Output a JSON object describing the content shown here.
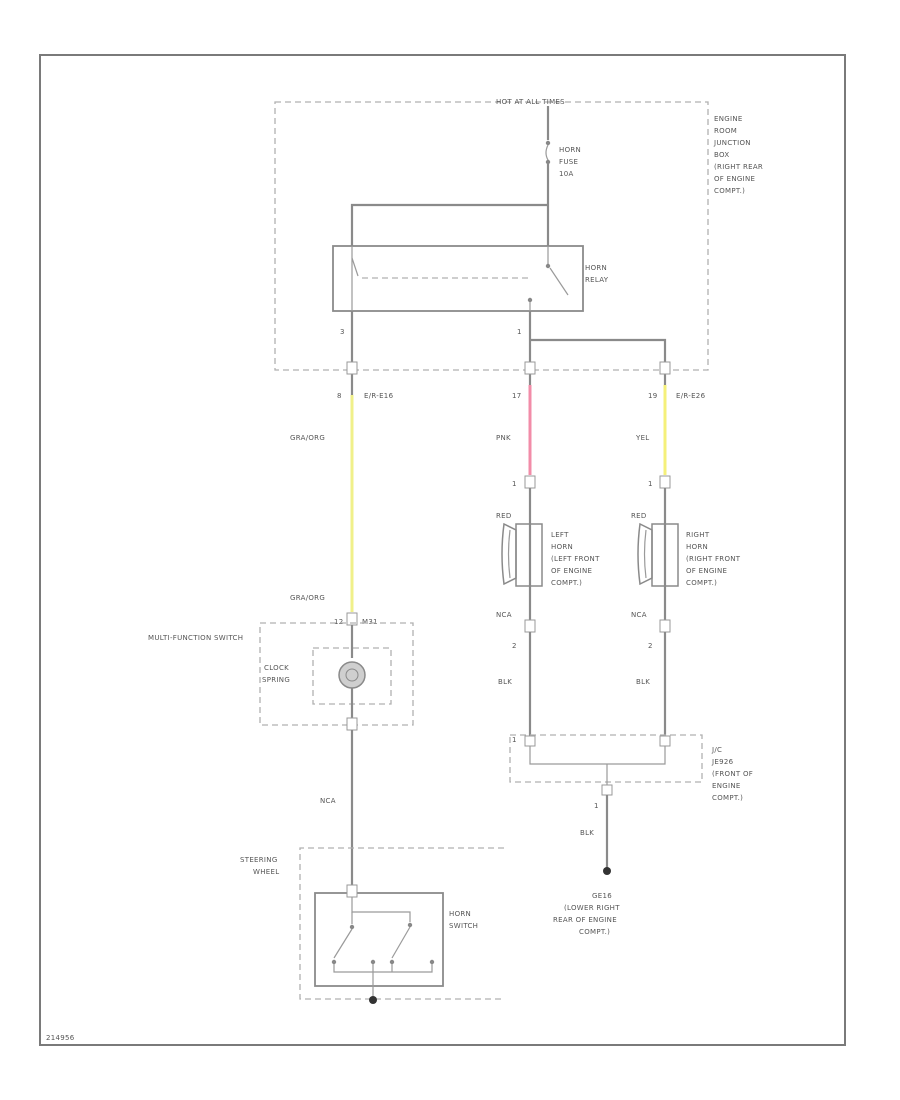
{
  "header": {
    "power_label": "HOT AT ALL TIMES"
  },
  "junction_box": {
    "label_lines": [
      "ENGINE",
      "ROOM",
      "JUNCTION",
      "BOX",
      "(RIGHT REAR",
      "OF ENGINE",
      "COMPT.)"
    ]
  },
  "fuse": {
    "label_lines": [
      "HORN",
      "FUSE",
      "10A"
    ]
  },
  "relay": {
    "label_lines": [
      "HORN",
      "RELAY"
    ]
  },
  "pins": {
    "relay_left": "3",
    "relay_right": "1",
    "jb_left": "8",
    "jb_center": "17",
    "jb_right": "19",
    "left_horn_top": "1",
    "left_horn_bottom": "2",
    "right_horn_top": "1",
    "right_horn_bottom": "2",
    "mfs_top": "12",
    "jc_bottom": "1"
  },
  "connectors": {
    "left": "E/R-E16",
    "right": "E/R-E26",
    "mfs": "M31"
  },
  "wires": {
    "gra_org_top": "GRA/ORG",
    "gra_org_bottom": "GRA/ORG",
    "pnk": "PNK",
    "yel": "YEL",
    "red_left": "RED",
    "red_right": "RED",
    "nca_left": "NCA",
    "nca_right": "NCA",
    "nca_mid": "NCA",
    "blk_left": "BLK",
    "blk_right": "BLK",
    "blk_ground": "BLK"
  },
  "colors": {
    "gra_org": "#f0f08a",
    "pnk": "#f28ca8",
    "yel": "#f5f07a",
    "wire": "#8a8a8a"
  },
  "left_horn": {
    "label_lines": [
      "LEFT",
      "HORN",
      "(LEFT FRONT",
      "OF ENGINE",
      "COMPT.)"
    ]
  },
  "right_horn": {
    "label_lines": [
      "RIGHT",
      "HORN",
      "(RIGHT FRONT",
      "OF ENGINE",
      "COMPT.)"
    ]
  },
  "multifunction_switch": {
    "label": "MULTI-FUNCTION SWITCH"
  },
  "clock_spring": {
    "label_lines": [
      "CLOCK",
      "SPRING"
    ]
  },
  "joint_connector": {
    "label_lines": [
      "J/C",
      "JE926",
      "(FRONT OF",
      "ENGINE",
      "COMPT.)"
    ]
  },
  "ground": {
    "label_lines": [
      "GE16",
      "(LOWER RIGHT",
      "REAR OF ENGINE",
      "COMPT.)"
    ]
  },
  "steering_wheel": {
    "label_lines": [
      "STEERING",
      "WHEEL"
    ]
  },
  "horn_switch": {
    "label_lines": [
      "HORN",
      "SWITCH"
    ]
  },
  "footer": {
    "diagram_id": "214956"
  }
}
